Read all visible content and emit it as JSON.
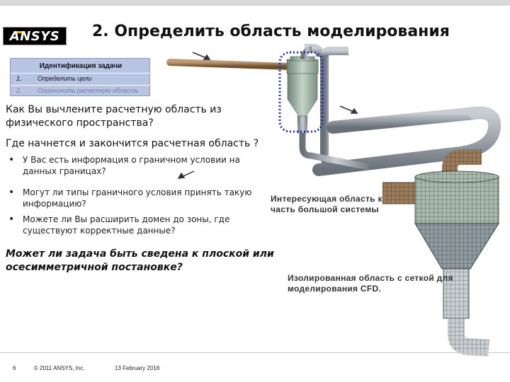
{
  "header": {
    "logo_text": "ANSYS",
    "title": "2. Определить область моделирования"
  },
  "task_box": {
    "header": "Идентификация задачи",
    "items": [
      {
        "num": "1.",
        "label": "Определить цели"
      },
      {
        "num": "2.",
        "label": "Ограничить расчетную область"
      }
    ]
  },
  "content": {
    "q1": "Как Вы вычлените расчетную область из физического пространства?",
    "q2": "Где начнется и закончится расчетная область ?",
    "bullets": [
      "У Вас есть информация о граничном условии на данных границах?",
      "Могут ли типы граничного условия принять такую информацию?",
      "Можете ли Вы расширить домен до зоны, где существуют корректные данные?"
    ],
    "q3": "Может ли задача быть сведена к плоской или осесимметричной постановке?"
  },
  "labels": {
    "region": "Интересующая область как часть большой системы",
    "isolated": "Изолированная область с сеткой для моделирования CFD."
  },
  "footer": {
    "page": "6",
    "copyright": "© 2011 ANSYS, Inc.",
    "date": "13 February 2018"
  },
  "colors": {
    "task_box": "#b7c5e3",
    "pipe": "#9aa0a8",
    "separator_body": "#a8bcb0",
    "dotted_outline": "#1a2fb8"
  }
}
